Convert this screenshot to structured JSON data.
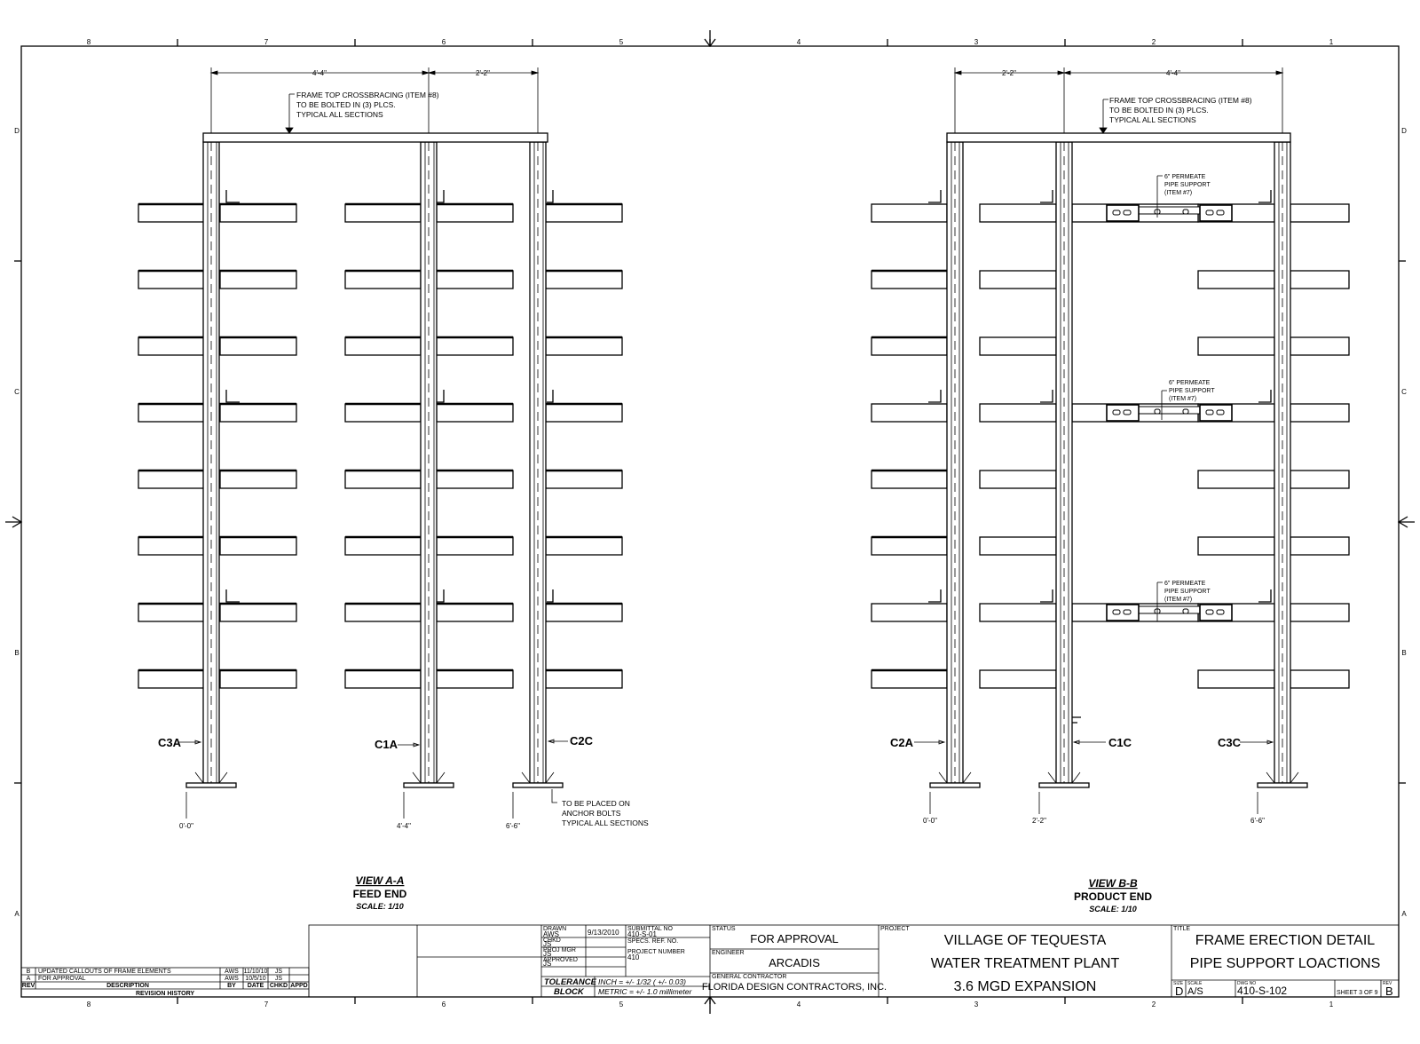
{
  "border": {
    "top_zones": [
      "8",
      "7",
      "6",
      "5",
      "4",
      "3",
      "2",
      "1"
    ],
    "side_zones": [
      "D",
      "C",
      "B",
      "A"
    ]
  },
  "view_a": {
    "dim_left": "4'-4\"",
    "dim_right": "2'-2\"",
    "top_note": [
      "FRAME TOP CROSSBRACING (ITEM #8)",
      "TO BE BOLTED IN (3) PLCS.",
      "TYPICAL ALL SECTIONS"
    ],
    "column_labels": [
      "C3A",
      "C1A",
      "C2C"
    ],
    "base_dims": [
      "0'-0\"",
      "4'-4\"",
      "6'-6\""
    ],
    "anchor_note": [
      "TO BE PLACED ON",
      "ANCHOR BOLTS",
      "TYPICAL ALL SECTIONS"
    ],
    "title": "VIEW A-A",
    "subtitle": "FEED END",
    "scale": "SCALE: 1/10"
  },
  "view_b": {
    "dim_left": "2'-2\"",
    "dim_right": "4'-4\"",
    "top_note": [
      "FRAME TOP CROSSBRACING (ITEM #8)",
      "TO BE BOLTED IN (3) PLCS.",
      "TYPICAL ALL SECTIONS"
    ],
    "pipe_note": [
      "6\" PERMEATE",
      "PIPE SUPPORT",
      "(ITEM #7)"
    ],
    "column_labels": [
      "C2A",
      "C1C",
      "C3C"
    ],
    "base_dims": [
      "0'-0\"",
      "2'-2\"",
      "6'-6\""
    ],
    "title": "VIEW B-B",
    "subtitle": "PRODUCT END",
    "scale": "SCALE: 1/10"
  },
  "revision_history": {
    "rows": [
      {
        "rev": "B",
        "description": "UPDATED CALLOUTS OF FRAME ELEMENTS",
        "by": "AWS",
        "date": "11/10/10",
        "chkd": "JS",
        "appd": ""
      },
      {
        "rev": "A",
        "description": "FOR APPROVAL",
        "by": "AWS",
        "date": "10/5/10",
        "chkd": "JS",
        "appd": ""
      }
    ],
    "headers": [
      "REV",
      "DESCRIPTION",
      "BY",
      "DATE",
      "CHKD",
      "APPD"
    ],
    "title": "REVISION HISTORY"
  },
  "title_block": {
    "drawn_label": "DRAWN",
    "drawn": "AWS",
    "date": "9/13/2010",
    "ref_label": "SUBMITTAL NO",
    "ref": "410-S-01",
    "chkd_label": "CHKD",
    "chkd": "JS",
    "spec_label": "SPECS. REF. NO.",
    "proj_mgr_label": "PROJ MGR",
    "proj_mgr": "JS",
    "project_number_label": "PROJECT NUMBER",
    "project_number": "410",
    "approved_label": "APPROVED",
    "approved": "JS",
    "tolerance_label": "TOLERANCE",
    "block_label": "BLOCK",
    "inch": "INCH = +/- 1/32 ( +/- 0.03)",
    "metric": "METRIC = +/- 1.0 millimeter",
    "status_label": "STATUS",
    "status": "FOR APPROVAL",
    "engineer_label": "ENGINEER",
    "engineer": "ARCADIS",
    "gc_label": "GENERAL CONTRACTOR",
    "gc": "FLORIDA DESIGN CONTRACTORS, INC.",
    "project_label": "PROJECT",
    "project_lines": [
      "VILLAGE OF TEQUESTA",
      "WATER TREATMENT PLANT",
      "3.6 MGD EXPANSION"
    ],
    "title_label": "TITLE",
    "title_lines": [
      "FRAME ERECTION DETAIL",
      "PIPE SUPPORT LOACTIONS"
    ],
    "size_label": "SIZE",
    "size": "D",
    "scale_label": "SCALE",
    "scale": "A/S",
    "dwg_label": "DWG NO",
    "dwg": "410-S-102",
    "sheet": "SHEET 3 OF 9",
    "rev_label": "REV",
    "rev": "B"
  }
}
